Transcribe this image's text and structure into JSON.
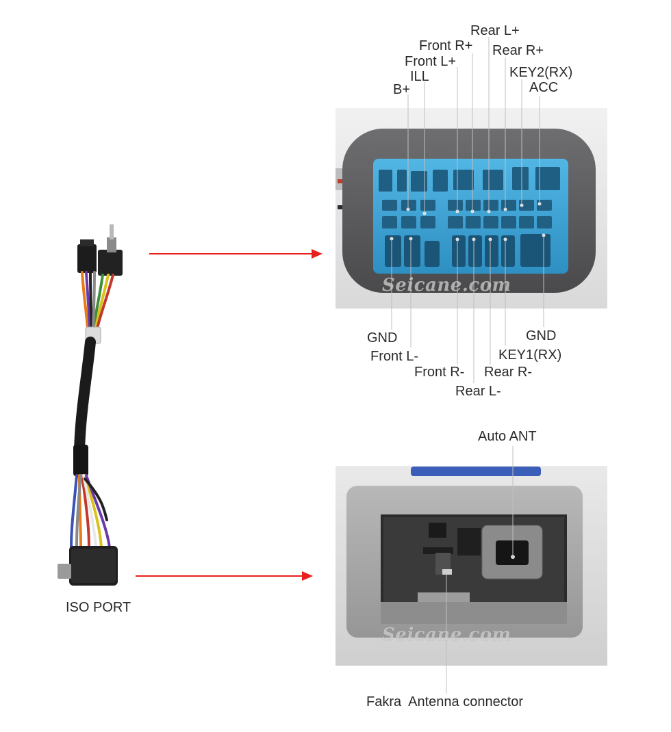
{
  "harness": {
    "label": "ISO PORT"
  },
  "connector_top": {
    "watermark": "Seicane.com",
    "top_pins": [
      "B+",
      "ILL",
      "Front L+",
      "Front R+",
      "Rear L+",
      "Rear R+",
      "KEY2(RX)",
      "ACC"
    ],
    "bottom_pins": [
      "GND",
      "Front L-",
      "Front R-",
      "Rear L-",
      "Rear R-",
      "KEY1(RX)",
      "GND"
    ]
  },
  "connector_bottom": {
    "watermark": "Seicane.com",
    "antenna_label": "Auto ANT",
    "fakra_label": "Fakra  Antenna connector"
  },
  "colors": {
    "arrow": "#e8201b",
    "connector_blue": "#3fa7d8",
    "foam": "#5e5e60",
    "housing_gray": "#a8a8a8"
  }
}
